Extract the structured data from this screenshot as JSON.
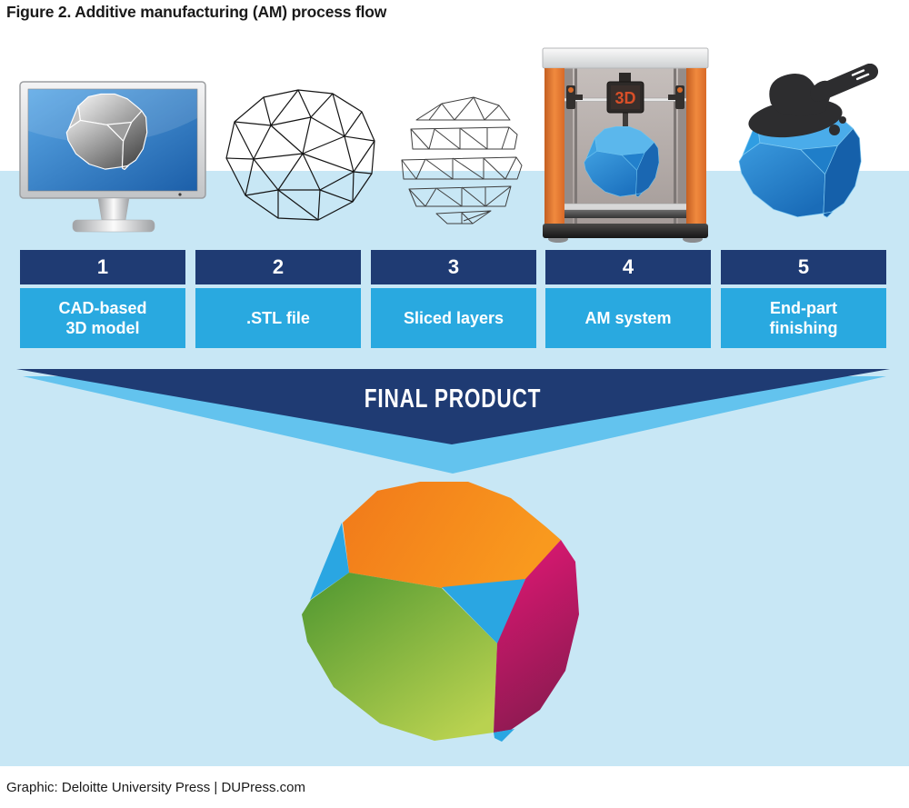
{
  "figure": {
    "title": "Figure 2. Additive manufacturing (AM) process flow",
    "credit": "Graphic: Deloitte University Press  |  DUPress.com"
  },
  "steps": [
    {
      "number": "1",
      "lines": [
        "CAD-based",
        "3D model"
      ],
      "icon": "cad-monitor-icon"
    },
    {
      "number": "2",
      "lines": [
        ".STL file"
      ],
      "icon": "stl-wireframe-icon"
    },
    {
      "number": "3",
      "lines": [
        "Sliced layers"
      ],
      "icon": "sliced-layers-icon"
    },
    {
      "number": "4",
      "lines": [
        "AM system"
      ],
      "icon": "am-printer-icon"
    },
    {
      "number": "5",
      "lines": [
        "End-part",
        "finishing"
      ],
      "icon": "polishing-tool-icon"
    }
  ],
  "arrow": {
    "label": "FINAL PRODUCT"
  },
  "printer": {
    "head_label": "3D"
  },
  "colors": {
    "navy": "#1f3b73",
    "step_blue": "#29a9e0",
    "background_band": "#c8e7f5",
    "arrow_sky": "#63c3ee",
    "product_orange": "#f6871f",
    "product_green": "#6aae35",
    "product_magenta": "#d31a6e",
    "product_blue": "#2aa6e2",
    "printer_orange": "#e8793a"
  }
}
